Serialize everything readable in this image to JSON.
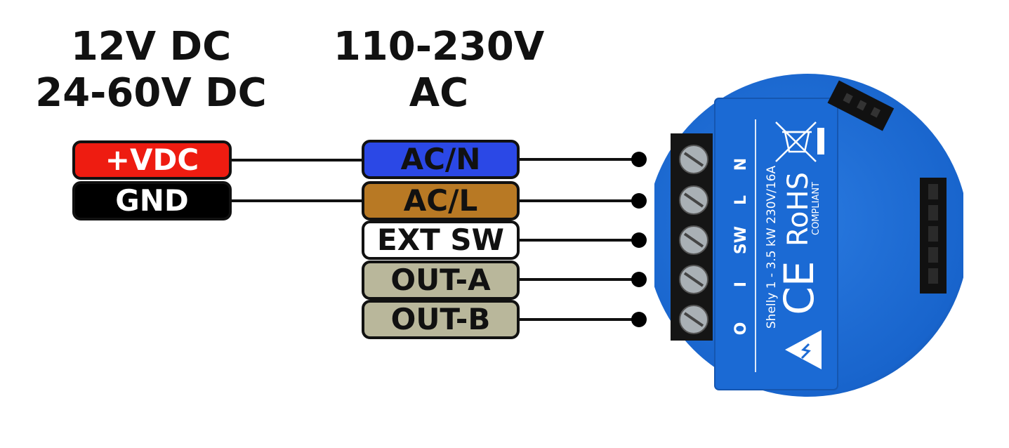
{
  "dc_heading": {
    "line1": "12V DC",
    "line2": "24-60V DC"
  },
  "ac_heading": {
    "line1": "110-230V",
    "line2": "AC"
  },
  "dc_terminals": [
    {
      "label": "+VDC",
      "color": "#ee1c11",
      "text_color": "#ffffff"
    },
    {
      "label": "GND",
      "color": "#000000",
      "text_color": "#ffffff"
    }
  ],
  "ac_terminals": [
    {
      "label": "AC/N",
      "color": "#2b48e6",
      "text_color": "#111111"
    },
    {
      "label": "AC/L",
      "color": "#b87924",
      "text_color": "#111111"
    },
    {
      "label": "EXT SW",
      "color": "#ffffff",
      "text_color": "#111111"
    },
    {
      "label": "OUT-A",
      "color": "#b9b79b",
      "text_color": "#111111"
    },
    {
      "label": "OUT-B",
      "color": "#b9b79b",
      "text_color": "#111111"
    }
  ],
  "device": {
    "body_color": "#1e6fd6",
    "terminal_labels": [
      "N",
      "L",
      "SW",
      "I",
      "O"
    ],
    "model_text": "Shelly 1 - 3.5 kW 230V/16A",
    "rohs_text": "RoHS",
    "compliant_text": "COMPLIANT",
    "ce_text": "CE"
  }
}
